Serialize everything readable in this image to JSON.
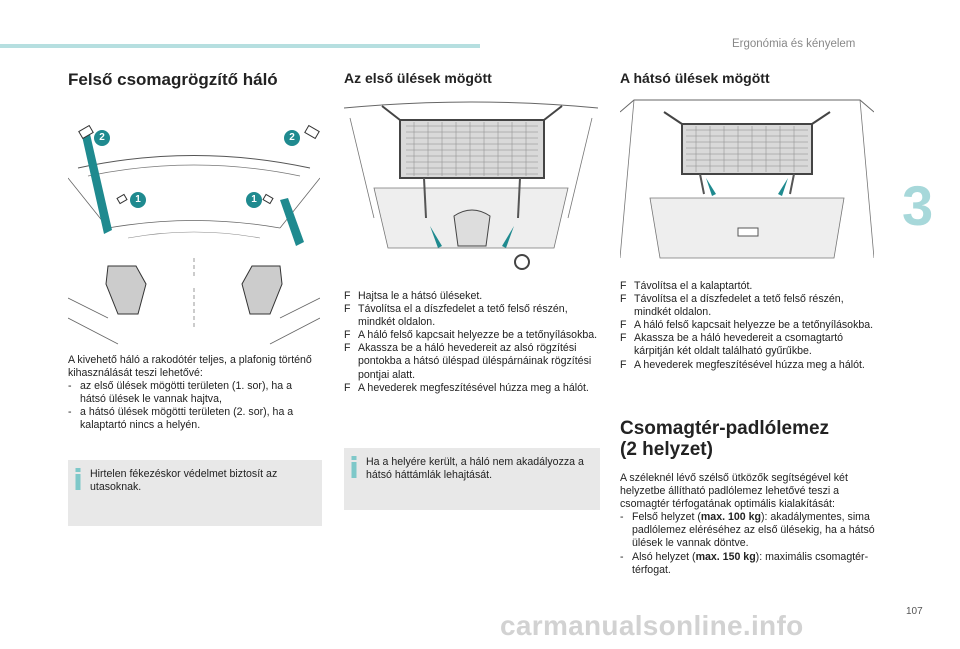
{
  "header": {
    "section_title": "Ergonómia és kényelem",
    "chapter": "3",
    "page_number": "107"
  },
  "watermark": "carmanualsonline.info",
  "col1": {
    "title": "Felső csomagrögzítő háló",
    "callouts": [
      "2",
      "2",
      "1",
      "1"
    ],
    "intro": "A kivehető háló a rakodótér teljes, a plafonig történő kihasználását teszi lehetővé:",
    "dashes": [
      "az első ülések mögötti területen (1. sor), ha a hátsó ülések le vannak hajtva,",
      "a hátsó ülések mögötti területen (2. sor), ha a kalaptartó nincs a helyén."
    ],
    "dash_mark": "-",
    "info": "Hirtelen fékezéskor védelmet biztosít az utasoknak."
  },
  "col2": {
    "title": "Az első ülések mögött",
    "bullet_mark": "F",
    "bullets": [
      "Hajtsa le a hátsó üléseket.",
      "Távolítsa el a díszfedelet a tető felső részén, mindkét oldalon.",
      "A háló felső kapcsait helyezze be a tetőnyílásokba.",
      "Akassza be a háló hevedereit az alsó rögzítési pontokba a hátsó üléspad üléspárnáinak rögzítési pontjai alatt.",
      "A hevederek megfeszítésével húzza meg a hálót."
    ],
    "info": "Ha a helyére került, a háló nem akadályozza a hátsó háttámlák lehajtását."
  },
  "col3": {
    "title": "A hátsó ülések mögött",
    "bullet_mark": "F",
    "bullets": [
      "Távolítsa el a kalaptartót.",
      "Távolítsa el a díszfedelet a tető felső részén, mindkét oldalon.",
      "A háló felső kapcsait helyezze be a tetőnyílásokba.",
      "Akassza be a háló hevedereit a csomagtartó kárpitján két oldalt található gyűrűkbe.",
      "A hevederek megfeszítésével húzza meg a hálót."
    ],
    "title2_line1": "Csomagtér-padlólemez",
    "title2_line2": "(2 helyzet)",
    "para": "A széleknél lévő szélső ütközők segítségével két helyzetbe állítható padlólemez lehetővé teszi a csomagtér térfogatának optimális kialakítását:",
    "dash_mark": "-",
    "pos1_pre": "Felső helyzet (",
    "pos1_bold": "max. 100 kg",
    "pos1_post": "): akadálymentes, sima padlólemez eléréséhez az első ülésekig, ha a hátsó ülések le vannak döntve.",
    "pos2_pre": "Alsó helyzet (",
    "pos2_bold": "max. 150 kg",
    "pos2_post": "): maximális csomagtér-térfogat."
  },
  "colors": {
    "accent": "#1f8a8f",
    "info_bg": "#e8e8e8",
    "info_icon": "#7ec8c9"
  }
}
